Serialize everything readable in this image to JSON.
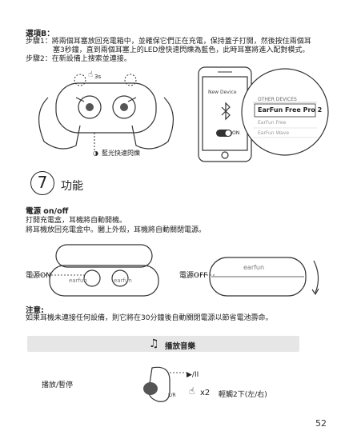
{
  "option": {
    "title": "選項B：",
    "step1_line1": "步驟1：將兩個耳塞放回充電箱中，並確保它們正在充電，保持蓋子打開，然後按住兩個耳",
    "step1_line2": "塞3秒鐘，直到兩個耳塞上的LED燈快速閃爍為藍色，此時耳塞將進入配對模式。",
    "step2": "步驟2：在新設備上搜索並連接。"
  },
  "illustration": {
    "hold_time": "3s",
    "led_caption": "藍光快速閃爍",
    "phone_new_device": "New Device",
    "popup_header": "OTHER DEVICES",
    "popup_device": "EarFun Free Pro 2",
    "popup_sub1": "EarFun Free",
    "popup_sub2": "EarFun Wave",
    "toggle_on": "ON"
  },
  "section": {
    "number": "7",
    "title": "功能"
  },
  "power": {
    "title": "電源 on/off",
    "line1": "打開充電盒，耳機將自動開機。",
    "line2": "將耳機放回充電盒中。闔上外殼，耳機將自動關閉電源。",
    "on_label": "電源ON",
    "off_label": "電源OFF",
    "brand": "earfun"
  },
  "note": {
    "title": "注意:",
    "text": "如果耳機未連接任何設備，則它將在30分鐘後自動關閉電源以節省電池壽命。"
  },
  "playback": {
    "icon": "music-note-icon",
    "title": "播放音樂",
    "play_pause_label": "播放/暫停",
    "symbol": "▶/II",
    "lr": "L/R",
    "times": "x2",
    "tap_label": "輕觸2下(左/右)"
  },
  "page": {
    "number": "52"
  }
}
